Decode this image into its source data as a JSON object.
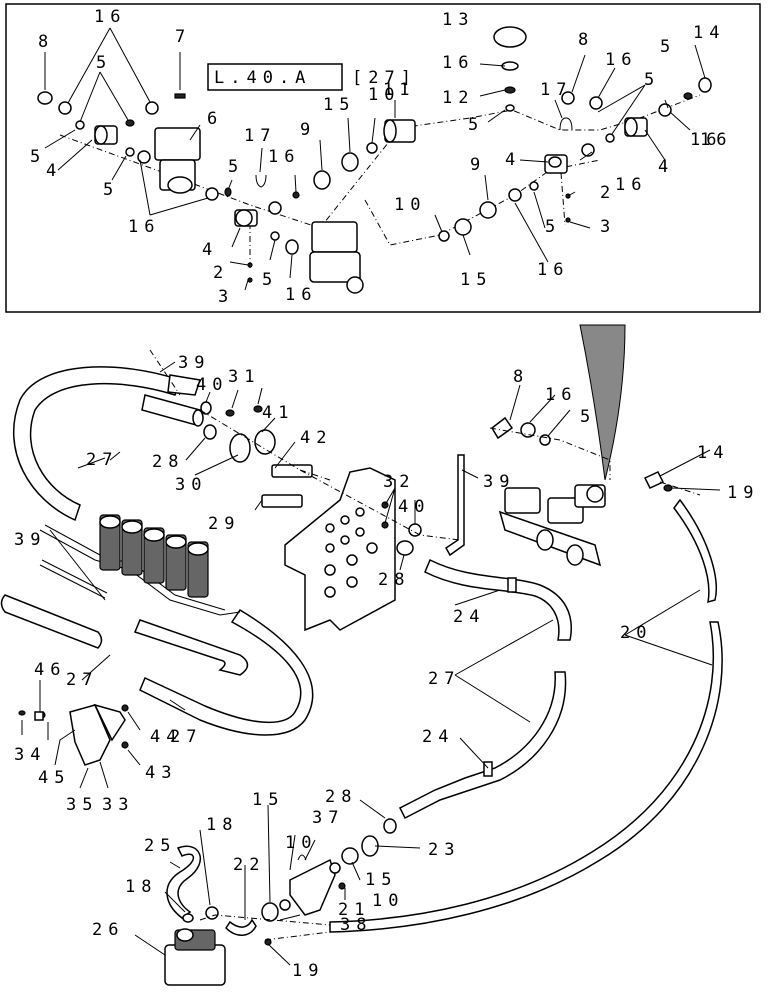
{
  "diagram": {
    "reference_box": {
      "section": "L.40.A",
      "figure": "[27]"
    },
    "callouts_upper": [
      "16",
      "7",
      "8",
      "5",
      "5",
      "6",
      "4",
      "5",
      "16",
      "17",
      "16",
      "5",
      "9",
      "15",
      "10",
      "11",
      "13",
      "16",
      "12",
      "5",
      "8",
      "17",
      "16",
      "5",
      "14",
      "4",
      "16",
      "4",
      "16",
      "5",
      "2",
      "3",
      "9",
      "10",
      "15",
      "16",
      "5",
      "2",
      "3",
      "4",
      "5",
      "16",
      "16"
    ],
    "callouts_lower": [
      "39",
      "40",
      "31",
      "41",
      "42",
      "30",
      "29",
      "27",
      "28",
      "32",
      "40",
      "39",
      "8",
      "16",
      "5",
      "14",
      "19",
      "28",
      "24",
      "27",
      "20",
      "39",
      "46",
      "27",
      "34",
      "45",
      "35",
      "33",
      "44",
      "43",
      "27",
      "24",
      "28",
      "23",
      "15",
      "37",
      "15",
      "10",
      "18",
      "25",
      "18",
      "22",
      "21",
      "38",
      "10",
      "26",
      "19"
    ]
  }
}
